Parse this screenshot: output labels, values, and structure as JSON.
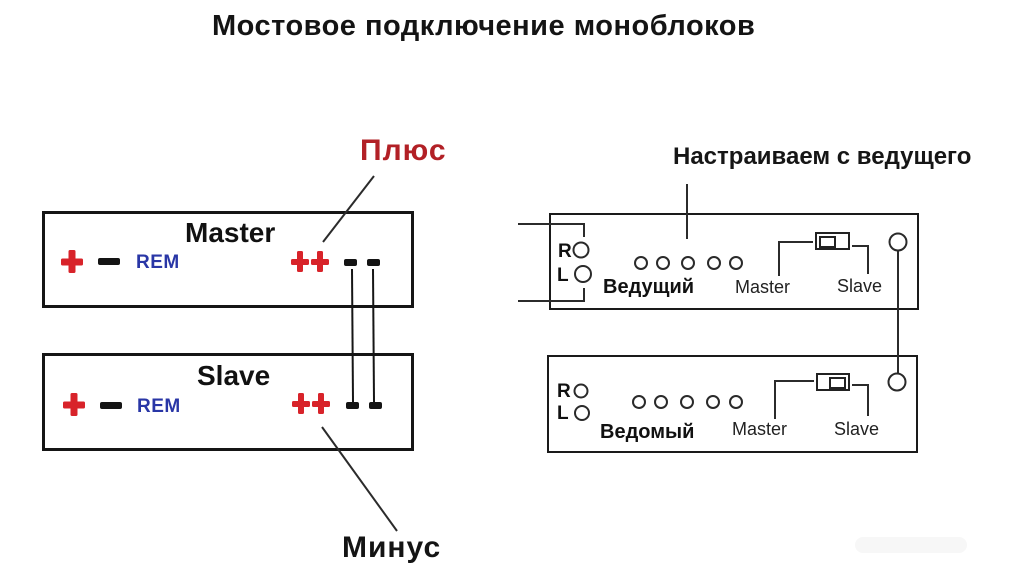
{
  "title": "Мостовое подключение моноблоков",
  "callouts": {
    "plus": "Плюс",
    "minus": "Минус",
    "setup_note": "Настраиваем с ведущего"
  },
  "wiring_panel": {
    "master": {
      "name": "Master",
      "plus": "+",
      "minus": "−",
      "rem": "REM",
      "bridged_plus": "++",
      "bridged_minus": "- -"
    },
    "slave": {
      "name": "Slave",
      "plus": "+",
      "minus": "−",
      "rem": "REM",
      "bridged_plus": "++",
      "bridged_minus": "- -"
    }
  },
  "back_panels": {
    "leader": {
      "name": "Ведущий",
      "r_label": "R",
      "l_label": "L",
      "switch_left_label": "Master",
      "switch_right_label": "Slave",
      "switch_position": "master"
    },
    "follower": {
      "name": "Ведомый",
      "r_label": "R",
      "l_label": "L",
      "switch_left_label": "Master",
      "switch_right_label": "Slave",
      "switch_position": "slave"
    }
  },
  "colors": {
    "terminal_red": "#d8232a",
    "callout_red": "#b22026",
    "rem_blue": "#2936a6",
    "ink": "#1b1b1b",
    "line": "#2b2b2b"
  }
}
